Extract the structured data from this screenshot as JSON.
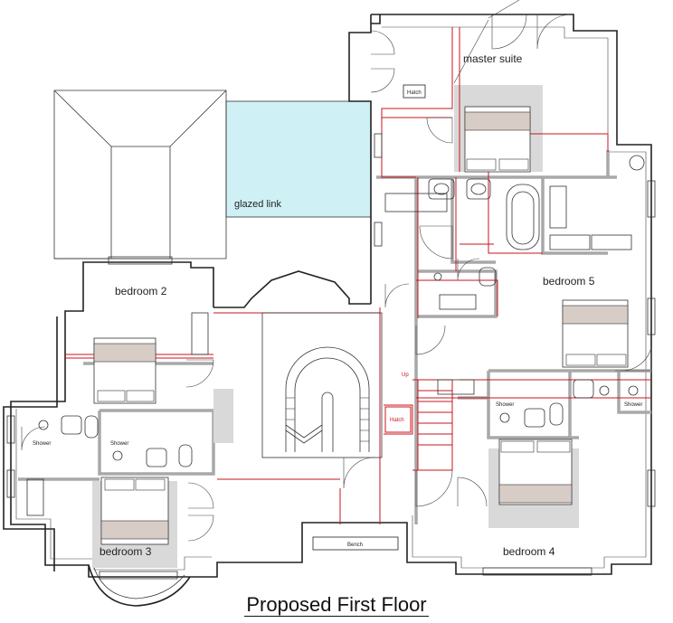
{
  "title": "Proposed First Floor",
  "rooms": {
    "master": "master suite",
    "bed2": "bedroom 2",
    "bed3": "bedroom 3",
    "bed4": "bedroom 4",
    "bed5": "bedroom 5",
    "glazed": "glazed link"
  },
  "fixtures": {
    "hatch": "Hatch",
    "shower": "Shower",
    "bench": "Bench",
    "up": "Up"
  },
  "colors": {
    "proposed_wall": "#c8161d",
    "partition": "#a8a8a8",
    "glazing": "#cff0f5"
  }
}
